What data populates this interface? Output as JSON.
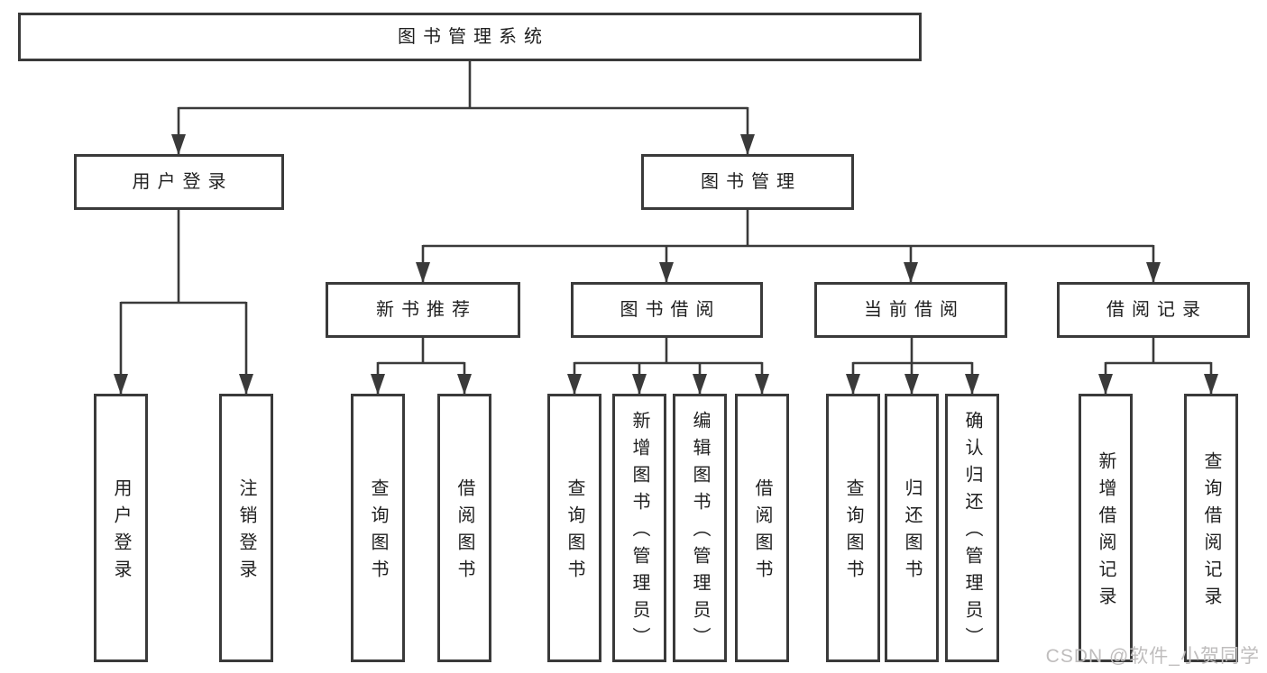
{
  "diagram_title": "图书管理系统",
  "nodes": {
    "root": "图书管理系统",
    "user_login": "用户登录",
    "book_mgmt": "图书管理",
    "new_book_rec": "新书推荐",
    "book_borrow": "图书借阅",
    "current_borrow": "当前借阅",
    "borrow_record": "借阅记录",
    "ul_login": "用户登录",
    "ul_logout": "注销登录",
    "nb_query_book": "查询图书",
    "nb_borrow_book": "借阅图书",
    "bb_query_book": "查询图书",
    "bb_add_book": "新增图书（管理员）",
    "bb_edit_book": "编辑图书（管理员）",
    "bb_borrow_book": "借阅图书",
    "cb_query_book": "查询图书",
    "cb_return_book": "归还图书",
    "cb_confirm_return": "确认归还（管理员）",
    "br_add_record": "新增借阅记录",
    "br_query_record": "查询借阅记录"
  },
  "watermark": "CSDN @软件_小贺同学",
  "colors": {
    "line": "#3a3a3a",
    "box_border": "#3a3a3a",
    "text": "#1f1f1f",
    "watermark": "#bfbdbd",
    "background": "#ffffff"
  }
}
